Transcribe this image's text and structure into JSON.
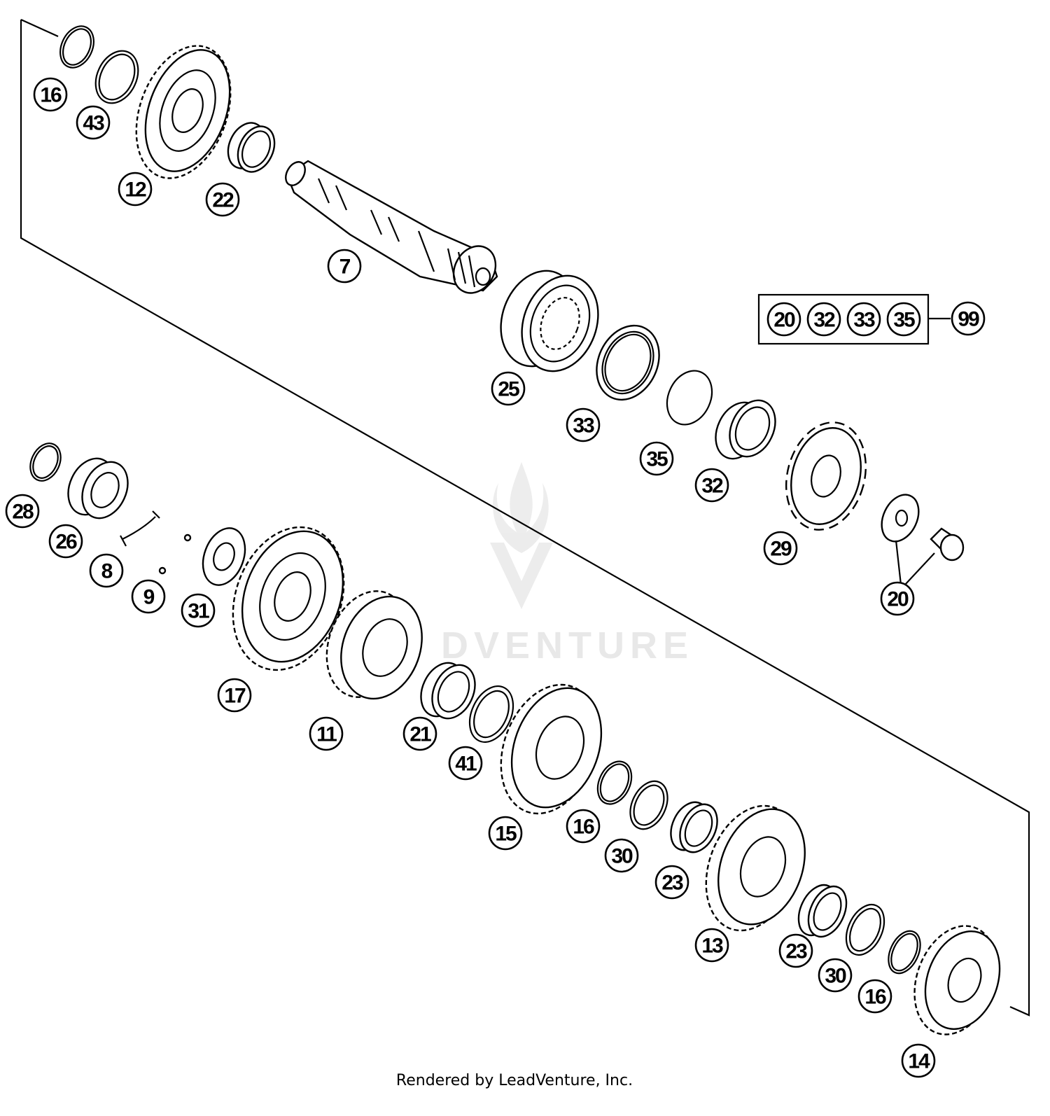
{
  "callouts": [
    {
      "id": "c16a",
      "text": "16"
    },
    {
      "id": "c43",
      "text": "43"
    },
    {
      "id": "c12",
      "text": "12"
    },
    {
      "id": "c22",
      "text": "22"
    },
    {
      "id": "c7",
      "text": "7"
    },
    {
      "id": "c25",
      "text": "25"
    },
    {
      "id": "c33",
      "text": "33"
    },
    {
      "id": "c35",
      "text": "35"
    },
    {
      "id": "c32",
      "text": "32"
    },
    {
      "id": "c29",
      "text": "29"
    },
    {
      "id": "c20",
      "text": "20"
    },
    {
      "id": "c99",
      "text": "99"
    },
    {
      "id": "c28",
      "text": "28"
    },
    {
      "id": "c26",
      "text": "26"
    },
    {
      "id": "c8",
      "text": "8"
    },
    {
      "id": "c9",
      "text": "9"
    },
    {
      "id": "c31",
      "text": "31"
    },
    {
      "id": "c17",
      "text": "17"
    },
    {
      "id": "c11",
      "text": "11"
    },
    {
      "id": "c21",
      "text": "21"
    },
    {
      "id": "c41",
      "text": "41"
    },
    {
      "id": "c15",
      "text": "15"
    },
    {
      "id": "c16b",
      "text": "16"
    },
    {
      "id": "c30a",
      "text": "30"
    },
    {
      "id": "c23a",
      "text": "23"
    },
    {
      "id": "c13",
      "text": "13"
    },
    {
      "id": "c23b",
      "text": "23"
    },
    {
      "id": "c30b",
      "text": "30"
    },
    {
      "id": "c16c",
      "text": "16"
    },
    {
      "id": "c14",
      "text": "14"
    }
  ],
  "kit": {
    "items": [
      "20",
      "32",
      "33",
      "35"
    ],
    "label": "99"
  },
  "watermark": "DVENTURE",
  "credit": "Rendered by LeadVenture, Inc."
}
